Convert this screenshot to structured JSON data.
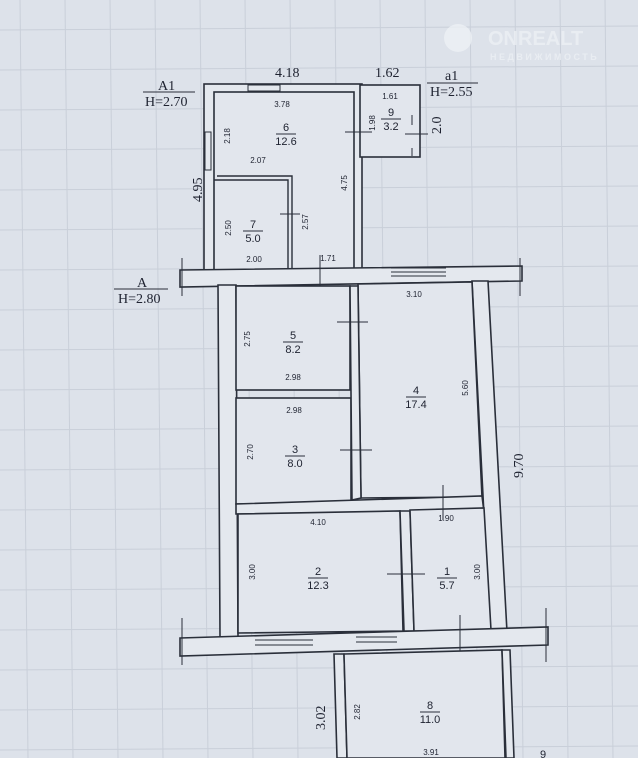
{
  "watermark": {
    "brand": "ONREALT",
    "subtitle": "НЕДВИЖИМОСТЬ"
  },
  "sections": {
    "A1": {
      "name": "A1",
      "height": "H=2.70"
    },
    "a1": {
      "name": "a1",
      "height": "H=2.55"
    },
    "A": {
      "name": "A",
      "height": "H=2.80"
    }
  },
  "overall_dims": {
    "top_a1_width": "4.18",
    "top_a1small_width": "1.62",
    "a1_depth": "4.95",
    "small_depth": "2.0",
    "main_depth": "9.70",
    "lower_depth": "3.02"
  },
  "rooms": [
    {
      "number": "1",
      "area": "5.7",
      "dims": [
        "1.90",
        "3.00"
      ]
    },
    {
      "number": "2",
      "area": "12.3",
      "dims": [
        "4.10",
        "3.00"
      ]
    },
    {
      "number": "3",
      "area": "8.0",
      "dims": [
        "2.98",
        "2.70"
      ]
    },
    {
      "number": "4",
      "area": "17.4",
      "dims": [
        "3.10",
        "5.60"
      ]
    },
    {
      "number": "5",
      "area": "8.2",
      "dims": [
        "2.75",
        "2.98"
      ]
    },
    {
      "number": "6",
      "area": "12.6",
      "dims": [
        "3.78",
        "2.18",
        "2.07",
        "4.75",
        "1.71"
      ]
    },
    {
      "number": "7",
      "area": "5.0",
      "dims": [
        "2.50",
        "2.57",
        "2.00"
      ]
    },
    {
      "number": "8",
      "area": "11.0",
      "dims": [
        "2.82",
        "3.91"
      ]
    },
    {
      "number": "9",
      "area": "3.2",
      "dims": [
        "1.61",
        "1.98"
      ]
    }
  ],
  "partial_label": "9"
}
